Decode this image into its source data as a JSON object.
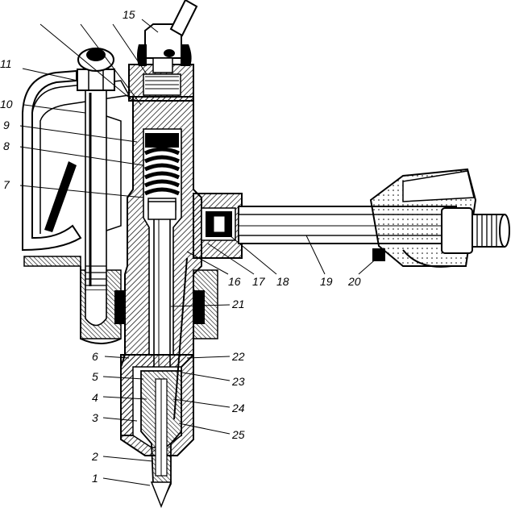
{
  "labels": {
    "l1": "1",
    "l2": "2",
    "l3": "3",
    "l4": "4",
    "l5": "5",
    "l6": "6",
    "l7": "7",
    "l8": "8",
    "l9": "9",
    "l10": "10",
    "l11": "11",
    "l15": "15",
    "l16": "16",
    "l17": "17",
    "l18": "18",
    "l19": "19",
    "l20": "20",
    "l21": "21",
    "l22": "22",
    "l23": "23",
    "l24": "24",
    "l25": "25"
  }
}
